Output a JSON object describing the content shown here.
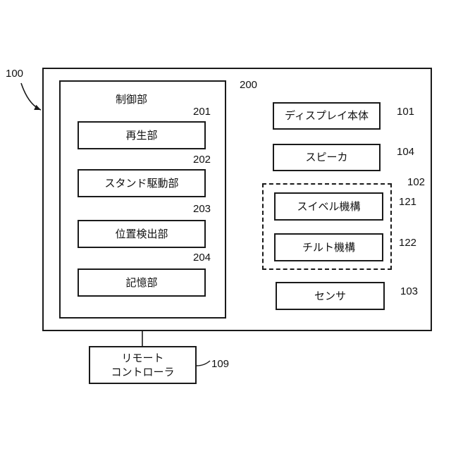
{
  "diagram": {
    "outer": {
      "ref": "100"
    },
    "controller": {
      "ref": "200",
      "title": "制御部",
      "blocks": [
        {
          "ref": "201",
          "label": "再生部"
        },
        {
          "ref": "202",
          "label": "スタンド駆動部"
        },
        {
          "ref": "203",
          "label": "位置検出部"
        },
        {
          "ref": "204",
          "label": "記憶部"
        }
      ]
    },
    "display": {
      "ref": "101",
      "label": "ディスプレイ本体"
    },
    "speaker": {
      "ref": "104",
      "label": "スピーカ"
    },
    "mechanism_group": {
      "ref": "102",
      "swivel": {
        "ref": "121",
        "label": "スイベル機構"
      },
      "tilt": {
        "ref": "122",
        "label": "チルト機構"
      }
    },
    "sensor": {
      "ref": "103",
      "label": "センサ"
    },
    "remote": {
      "ref": "109",
      "label": "リモート\nコントローラ"
    }
  }
}
